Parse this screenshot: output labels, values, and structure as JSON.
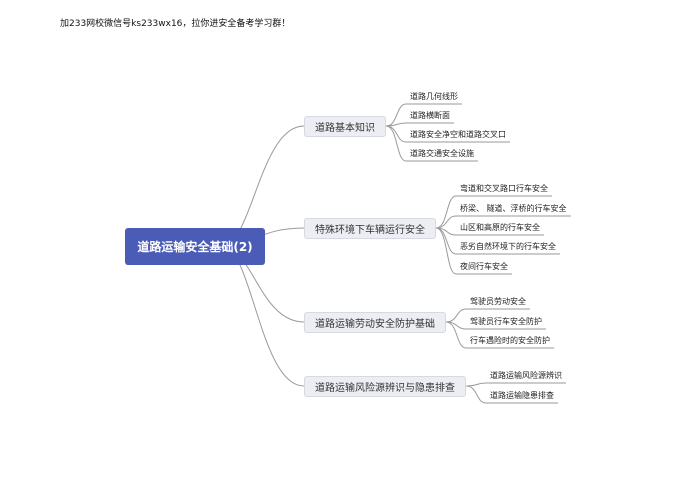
{
  "header": "加233网校微信号ks233wx16，拉你进安全备考学习群！",
  "root": "道路运输安全基础(2)",
  "branches": [
    {
      "label": "道路基本知识",
      "leaves": [
        "道路几何线形",
        "道路横断面",
        "道路安全净空和道路交叉口",
        "道路交通安全设施"
      ]
    },
    {
      "label": "特殊环境下车辆运行安全",
      "leaves": [
        "弯道和交叉路口行车安全",
        "桥梁、 隧道、浮桥的行车安全",
        "山区和高原的行车安全",
        "恶劣自然环境下的行车安全",
        "夜间行车安全"
      ]
    },
    {
      "label": "道路运输劳动安全防护基础",
      "leaves": [
        "驾驶员劳动安全",
        "驾驶员行车安全防护",
        "行车遇险时的安全防护"
      ]
    },
    {
      "label": "道路运输风险源辨识与隐患排查",
      "leaves": [
        "道路运输风险源辨识",
        "道路运输隐患排查"
      ]
    }
  ]
}
